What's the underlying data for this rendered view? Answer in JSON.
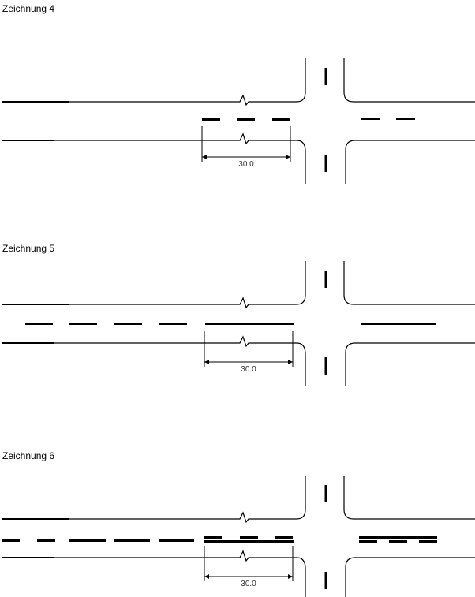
{
  "drawings": [
    {
      "title": "Zeichnung 4",
      "dimension": "30.0",
      "marking": "dashed"
    },
    {
      "title": "Zeichnung 5",
      "dimension": "30.0",
      "marking": "solid"
    },
    {
      "title": "Zeichnung 6",
      "dimension": "30.0",
      "marking": "double"
    }
  ],
  "colors": {
    "line": "#000000",
    "text": "#333333"
  }
}
